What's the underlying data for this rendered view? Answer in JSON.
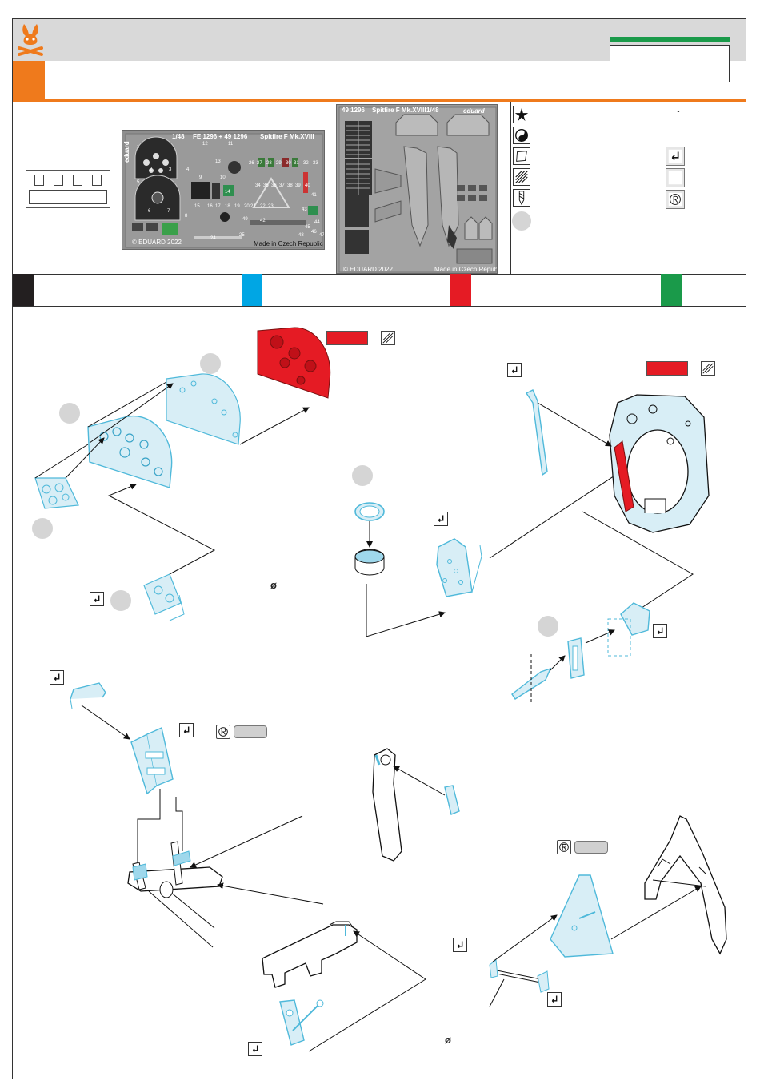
{
  "header": {
    "accent_color": "#ef7a1c",
    "status_color": "#1a9a4a"
  },
  "fret_color_frets": {
    "fret1": {
      "scale": "1/48",
      "code": "FE 1296 + 49 1296",
      "name": "Spitfire F Mk.XVIII",
      "brand": "eduard",
      "copyright": "© EDUARD 2022",
      "origin": "Made in Czech Republic",
      "part_numbers": [
        "1",
        "2",
        "3",
        "4",
        "5",
        "6",
        "7",
        "8",
        "9",
        "10",
        "11",
        "12",
        "13",
        "14",
        "15",
        "16",
        "17",
        "18",
        "19",
        "20",
        "21",
        "22",
        "23",
        "24",
        "25",
        "26",
        "27",
        "28",
        "29",
        "30",
        "31",
        "32",
        "33",
        "34",
        "35",
        "36",
        "37",
        "38",
        "39",
        "40",
        "41",
        "42",
        "43",
        "44",
        "45",
        "46",
        "47",
        "48",
        "49"
      ]
    },
    "fret2": {
      "code": "49 1296",
      "name": "Spitfire F Mk.XVIII",
      "scale": "1/48",
      "brand": "eduard",
      "copyright": "© EDUARD 2022",
      "origin": "Made in Czech Republic"
    }
  },
  "symbols": {
    "left_column": [
      "star-icon",
      "yin-yang-icon",
      "sheet-icon",
      "hatch-icon",
      "drill-icon"
    ],
    "right_column": [
      "bend-icon",
      "blank-icon",
      "r-stamp-icon"
    ],
    "caron_mark": "ˇ"
  },
  "color_bar": {
    "swatches": [
      {
        "name": "black",
        "color": "#231f20"
      },
      {
        "name": "blue",
        "color": "#00a6e4"
      },
      {
        "name": "red",
        "color": "#e51b24"
      },
      {
        "name": "green",
        "color": "#1a9a4a"
      }
    ]
  },
  "diagram": {
    "part_color": "#4fb9da",
    "part_fill": "#d8eef6",
    "red_color": "#e51b24",
    "diameter_marks": [
      "ø",
      "ø"
    ]
  }
}
